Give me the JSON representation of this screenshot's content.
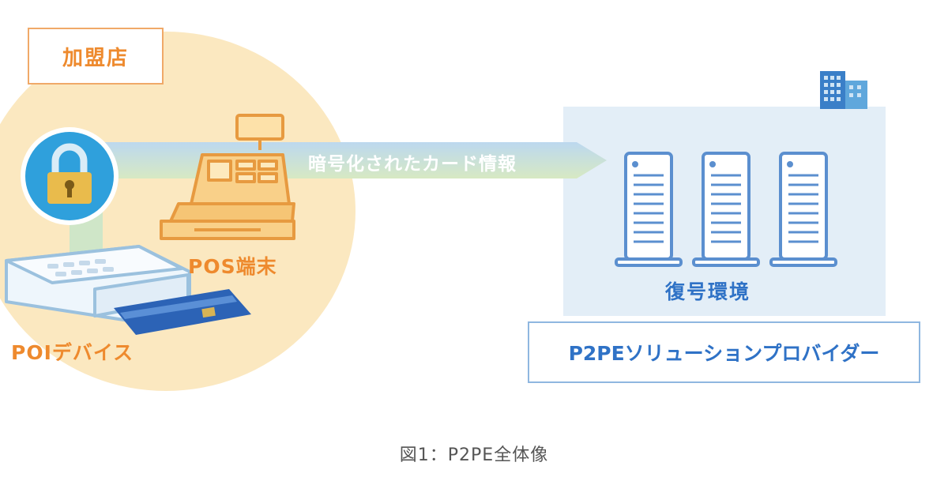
{
  "merchant": {
    "label": "加盟店"
  },
  "pos": {
    "label": "POS端末"
  },
  "poi": {
    "label": "POIデバイス"
  },
  "data_flow": {
    "label": "暗号化されたカード情報"
  },
  "provider": {
    "decrypt_label": "復号環境",
    "label": "P2PEソリューションプロバイダー"
  },
  "caption": "図1：P2PE全体像",
  "colors": {
    "merchant_fill": "#fbe8c0",
    "merchant_accent": "#ee8a2e",
    "provider_fill": "#e3eef7",
    "provider_accent": "#2f72c6",
    "lock_fill": "#2fa0dc",
    "card_fill": "#2c63b6"
  },
  "icons": [
    "lock-icon",
    "cash-register-icon",
    "card-reader-icon",
    "credit-card-icon",
    "server-icon",
    "building-icon"
  ]
}
